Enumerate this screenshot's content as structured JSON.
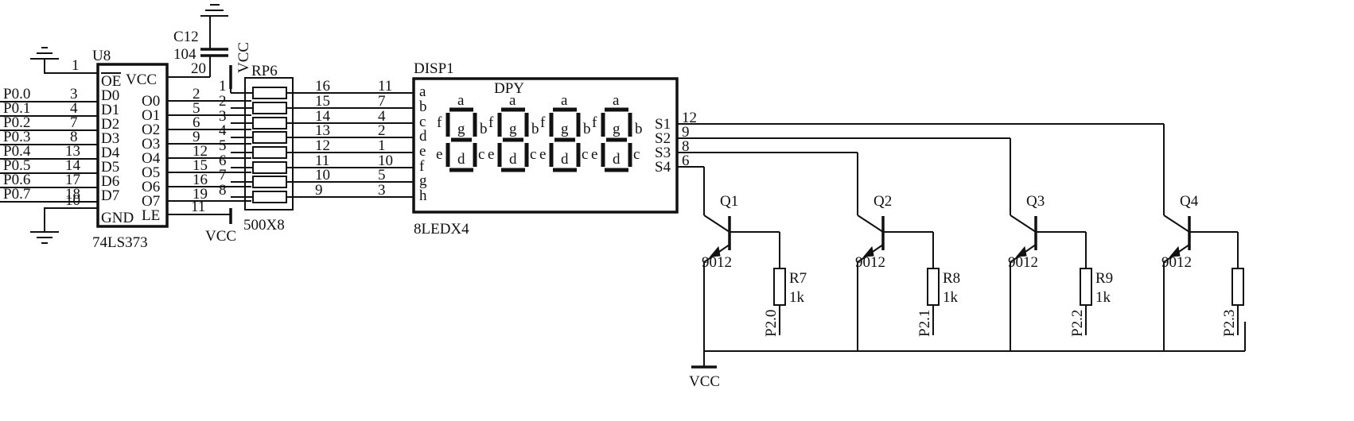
{
  "u8": {
    "ref": "U8",
    "part": "74LS373",
    "left_pins": [
      {
        "net": "",
        "num": "1",
        "name": "OE"
      },
      {
        "net": "P0.0",
        "num": "3",
        "name": "D0"
      },
      {
        "net": "P0.1",
        "num": "4",
        "name": "D1"
      },
      {
        "net": "P0.2",
        "num": "7",
        "name": "D2"
      },
      {
        "net": "P0.3",
        "num": "8",
        "name": "D3"
      },
      {
        "net": "P0.4",
        "num": "13",
        "name": "D4"
      },
      {
        "net": "P0.5",
        "num": "14",
        "name": "D5"
      },
      {
        "net": "P0.6",
        "num": "17",
        "name": "D6"
      },
      {
        "net": "P0.7",
        "num": "18",
        "name": "D7"
      },
      {
        "net": "",
        "num": "10",
        "name": "GND"
      }
    ],
    "right_pins": [
      {
        "num": "20",
        "name": "VCC"
      },
      {
        "num": "2",
        "name": "O0"
      },
      {
        "num": "5",
        "name": "O1"
      },
      {
        "num": "6",
        "name": "O2"
      },
      {
        "num": "9",
        "name": "O3"
      },
      {
        "num": "12",
        "name": "O4"
      },
      {
        "num": "15",
        "name": "O5"
      },
      {
        "num": "16",
        "name": "O6"
      },
      {
        "num": "19",
        "name": "O7"
      },
      {
        "num": "11",
        "name": "LE"
      }
    ]
  },
  "c12": {
    "ref": "C12",
    "value": "104"
  },
  "vcc_label": "VCC",
  "rp6": {
    "ref": "RP6",
    "value": "500X8",
    "left_nums": [
      "1",
      "2",
      "3",
      "4",
      "5",
      "6",
      "7",
      "8"
    ],
    "right_nums": [
      "16",
      "15",
      "14",
      "13",
      "12",
      "11",
      "10",
      "9"
    ]
  },
  "disp1": {
    "ref": "DISP1",
    "value": "8LEDX4",
    "title": "DPY",
    "seg_pins": [
      {
        "num": "11",
        "name": "a"
      },
      {
        "num": "7",
        "name": "b"
      },
      {
        "num": "4",
        "name": "c"
      },
      {
        "num": "2",
        "name": "d"
      },
      {
        "num": "1",
        "name": "e"
      },
      {
        "num": "10",
        "name": "f"
      },
      {
        "num": "5",
        "name": "g"
      },
      {
        "num": "3",
        "name": "h"
      }
    ],
    "com_pins": [
      {
        "num": "12",
        "name": "S1"
      },
      {
        "num": "9",
        "name": "S2"
      },
      {
        "num": "8",
        "name": "S3"
      },
      {
        "num": "6",
        "name": "S4"
      }
    ],
    "digit_labels": {
      "a": "a",
      "b": "b",
      "c": "c",
      "d": "d",
      "e": "e",
      "f": "f",
      "g": "g"
    }
  },
  "drivers": [
    {
      "q": "Q1",
      "type": "9012",
      "r": "R7",
      "rv": "1k",
      "port": "P2.0"
    },
    {
      "q": "Q2",
      "type": "9012",
      "r": "R8",
      "rv": "1k",
      "port": "P2.1"
    },
    {
      "q": "Q3",
      "type": "9012",
      "r": "R9",
      "rv": "1k",
      "port": "P2.2"
    },
    {
      "q": "Q4",
      "type": "9012",
      "r": "",
      "rv": "",
      "port": "P2.3"
    }
  ]
}
